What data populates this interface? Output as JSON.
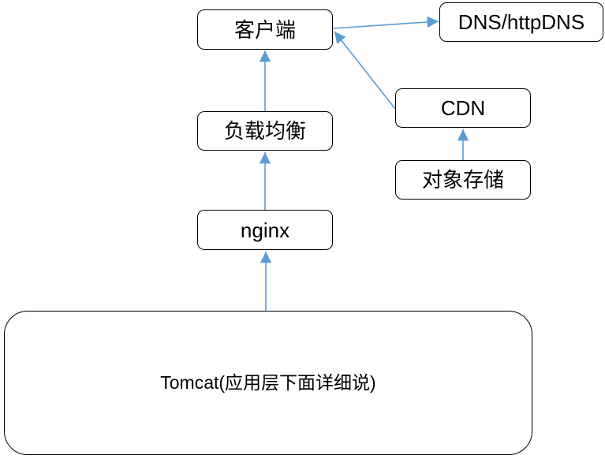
{
  "diagram": {
    "nodes": [
      {
        "id": "client",
        "label": "客户端"
      },
      {
        "id": "dns",
        "label": "DNS/httpDNS"
      },
      {
        "id": "cdn",
        "label": "CDN"
      },
      {
        "id": "object_storage",
        "label": "对象存储"
      },
      {
        "id": "load_balancer",
        "label": "负载均衡"
      },
      {
        "id": "nginx",
        "label": "nginx"
      },
      {
        "id": "tomcat",
        "label": "Tomcat(应用层下面详细说)"
      }
    ],
    "edges": [
      {
        "from": "负载均衡",
        "to": "客户端"
      },
      {
        "from": "nginx",
        "to": "负载均衡"
      },
      {
        "from": "Tomcat(应用层下面详细说)",
        "to": "nginx"
      },
      {
        "from": "对象存储",
        "to": "CDN"
      },
      {
        "from": "客户端",
        "to": "DNS/httpDNS"
      },
      {
        "from": "CDN",
        "to": "客户端"
      }
    ],
    "colors": {
      "arrow": "#5b9bd5",
      "box_border": "#000000",
      "box_fill": "#ffffff",
      "text": "#000000",
      "background": "#ffffff"
    }
  }
}
